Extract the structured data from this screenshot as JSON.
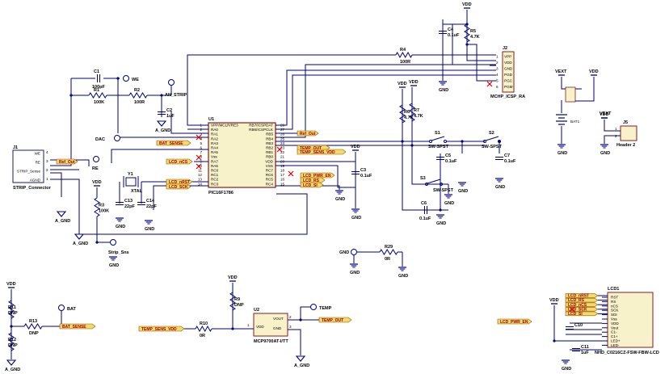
{
  "mcu": {
    "ref": "U1",
    "part": "PIC16F1786",
    "left_pins": [
      {
        "num": "1",
        "name": "VPP/MCLR/RE3"
      },
      {
        "num": "2",
        "name": "RA0"
      },
      {
        "num": "3",
        "name": "RA1"
      },
      {
        "num": "4",
        "name": "RA2"
      },
      {
        "num": "5",
        "name": "RA3"
      },
      {
        "num": "6",
        "name": "RA4"
      },
      {
        "num": "7",
        "name": "RA5"
      },
      {
        "num": "8",
        "name": "Vss"
      },
      {
        "num": "9",
        "name": "RA7"
      },
      {
        "num": "10",
        "name": "RA6"
      },
      {
        "num": "11",
        "name": "RC0"
      },
      {
        "num": "12",
        "name": "RC1"
      },
      {
        "num": "13",
        "name": "RC2"
      },
      {
        "num": "14",
        "name": "RC3"
      }
    ],
    "right_pins": [
      {
        "num": "28",
        "name": "RB7/ICSPDAT"
      },
      {
        "num": "27",
        "name": "RB6/ICSPCLK"
      },
      {
        "num": "26",
        "name": "RB5"
      },
      {
        "num": "25",
        "name": "RB4"
      },
      {
        "num": "24",
        "name": "RB3"
      },
      {
        "num": "23",
        "name": "RB2"
      },
      {
        "num": "22",
        "name": "RB1"
      },
      {
        "num": "21",
        "name": "RB0"
      },
      {
        "num": "20",
        "name": "VDD"
      },
      {
        "num": "19",
        "name": "VSS"
      },
      {
        "num": "18",
        "name": "RC7"
      },
      {
        "num": "17",
        "name": "RC6"
      },
      {
        "num": "16",
        "name": "RC5"
      },
      {
        "num": "15",
        "name": "RC4"
      }
    ]
  },
  "net_labels": {
    "ref_out_1": "Ref_Out",
    "ref_out_2": "Ref_Out",
    "bat_sense_1": "BAT_SENSE",
    "bat_sense_2": "BAT_SENSE",
    "lcd_ncs": "LCD_nCS",
    "lcd_nrst": "LCD_nRST",
    "lcd_sck": "LCD_SCK",
    "temp_out_1": "TEMP_OUT",
    "temp_out_2": "TEMP_OUT",
    "temp_sens_vdd_1": "TEMP_SENS_VDD",
    "temp_sens_vdd_2": "TEMP_SENS_VDD",
    "lcd_pwr_en_1": "LCD_PWR_EN",
    "lcd_pwr_en_2": "LCD_PWR_EN",
    "lcd_rs": "LCD_RS",
    "lcd_si": "LCD_SI",
    "lcd_tags": [
      "LCD_nRST",
      "LCD_RS",
      "LCD_nCS",
      "LCD_SCK",
      "LCD_SI"
    ]
  },
  "components": {
    "j1": {
      "ref": "J1",
      "name": "STRIP_Connector",
      "pins": [
        "WE",
        "RE",
        "STRIP_Sense",
        "AGND"
      ],
      "nums": [
        "4",
        "3",
        "2",
        "1"
      ]
    },
    "j2": {
      "ref": "J2",
      "name": "MCHP_ICSP_RA",
      "pins": [
        "VPP",
        "VDD",
        "GND",
        "PGD",
        "PGC",
        "PGM"
      ],
      "nums": [
        "1",
        "2",
        "3",
        "4",
        "5",
        "6"
      ]
    },
    "j5": {
      "ref": "J5",
      "name": "Header 2",
      "nums": [
        "1",
        "2"
      ]
    },
    "c1": {
      "ref": "C1",
      "value": "100pF"
    },
    "c2": {
      "ref": "C2",
      "value": "1uF"
    },
    "c3": {
      "ref": "C3",
      "value": "0.1uF"
    },
    "c4": {
      "ref": "C4",
      "value": "0.1uF"
    },
    "c5": {
      "ref": "C5",
      "value": "0.1uF"
    },
    "c6": {
      "ref": "C6",
      "value": "0.1uF"
    },
    "c7": {
      "ref": "C7",
      "value": "0.1uF"
    },
    "c10": {
      "ref": "C10",
      "value": ""
    },
    "c11": {
      "ref": "C11",
      "value": "1uF"
    },
    "c13": {
      "ref": "C13",
      "value": "22pF"
    },
    "c14": {
      "ref": "C14",
      "value": "22pF"
    },
    "r1": {
      "ref": "R1",
      "value": "100K"
    },
    "r2": {
      "ref": "R2",
      "value": "100R"
    },
    "r3": {
      "ref": "R3",
      "value": "100K"
    },
    "r4": {
      "ref": "R4",
      "value": "100R"
    },
    "r5": {
      "ref": "R5",
      "value": "4.7K"
    },
    "r6": {
      "ref": "R6",
      "value": "4.7K"
    },
    "r7": {
      "ref": "R7",
      "value": "4.7K"
    },
    "r9": {
      "ref": "R9",
      "value": "DNP"
    },
    "r10": {
      "ref": "R10",
      "value": "0R"
    },
    "r11": {
      "ref": "R11",
      "value": "DNP"
    },
    "r12": {
      "ref": "R12",
      "value": "DNP"
    },
    "r13": {
      "ref": "R13",
      "value": "DNP"
    },
    "r29": {
      "ref": "R29",
      "value": "0R"
    },
    "y1": {
      "ref": "Y1",
      "value": "XTAL"
    },
    "s1": {
      "ref": "S1",
      "value": "SW-SPST"
    },
    "s2": {
      "ref": "S2",
      "value": "SW-SPST"
    },
    "s3": {
      "ref": "S3",
      "value": "SW-SPST"
    },
    "u2": {
      "ref": "U2",
      "part": "MCP9700AT-I/TT",
      "pins": [
        "VDD",
        "VOUT",
        "GND"
      ],
      "nums": [
        "1",
        "2",
        "3"
      ]
    },
    "bat1": {
      "ref": "BAT1"
    },
    "lcd1": {
      "ref": "LCD1",
      "part": "NHD_C0216CZ-FSW-FBW-LCD",
      "pins": [
        "RST",
        "RS",
        "nCS",
        "SCK",
        "SDI",
        "Vss",
        "VDD",
        "Vout",
        "C1-",
        "C1+",
        "LED+",
        "LED-"
      ]
    }
  },
  "test_points": {
    "we": "WE",
    "re": "RE",
    "dac": "DAC",
    "an_strip": "AN_STRIP",
    "strip_sns": "Strip_Sns",
    "bat": "BAT",
    "temp": "TEMP",
    "gnd": "GND"
  },
  "power": {
    "vdd": "VDD",
    "vext": "VEXT",
    "a_gnd": "A_GND",
    "gnd": "GND"
  }
}
